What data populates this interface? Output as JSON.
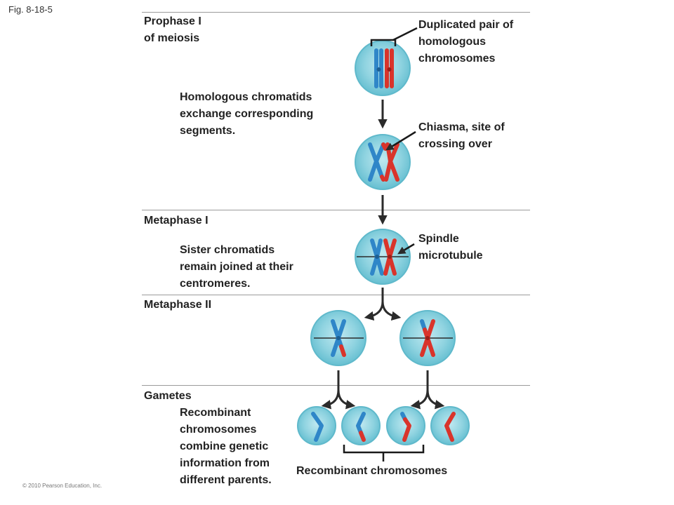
{
  "figure_label": "Fig. 8-18-5",
  "copyright": "© 2010 Pearson Education, Inc.",
  "stages": {
    "prophase": "Prophase I\nof meiosis",
    "metaphase1": "Metaphase I",
    "metaphase2": "Metaphase II",
    "gametes": "Gametes"
  },
  "descriptions": {
    "exchange": "Homologous chromatids\nexchange corresponding\nsegments.",
    "sister": "Sister chromatids\nremain joined at their\ncentromeres.",
    "recombinant": "Recombinant\nchromosomes\ncombine genetic\ninformation from\ndifferent parents."
  },
  "callouts": {
    "duplicated_pair": "Duplicated pair of\nhomologous\nchromosomes",
    "chiasma": "Chiasma, site of\ncrossing over",
    "spindle": "Spindle\nmicrotubule",
    "recombinant_chromosomes": "Recombinant chromosomes"
  },
  "colors": {
    "cell_fill": "#8fd3e0",
    "cell_edge": "#5fb9cb",
    "maternal_blue": "#2f86c8",
    "paternal_red": "#d9342b",
    "arrow": "#2b2b2b"
  }
}
